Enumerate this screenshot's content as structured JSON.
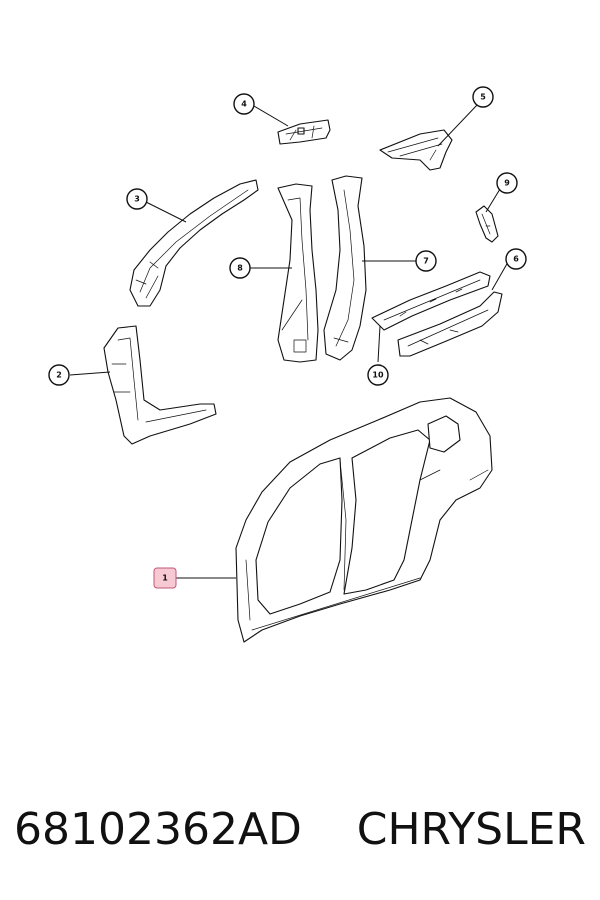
{
  "diagram": {
    "callouts": [
      {
        "label": "1",
        "highlighted": true
      },
      {
        "label": "2"
      },
      {
        "label": "3"
      },
      {
        "label": "4"
      },
      {
        "label": "5"
      },
      {
        "label": "6"
      },
      {
        "label": "7"
      },
      {
        "label": "8"
      },
      {
        "label": "9"
      },
      {
        "label": "10"
      }
    ],
    "highlight_color": "#f6c9d3"
  },
  "footer": {
    "part_number": "68102362AD",
    "brand": "CHRYSLER"
  }
}
